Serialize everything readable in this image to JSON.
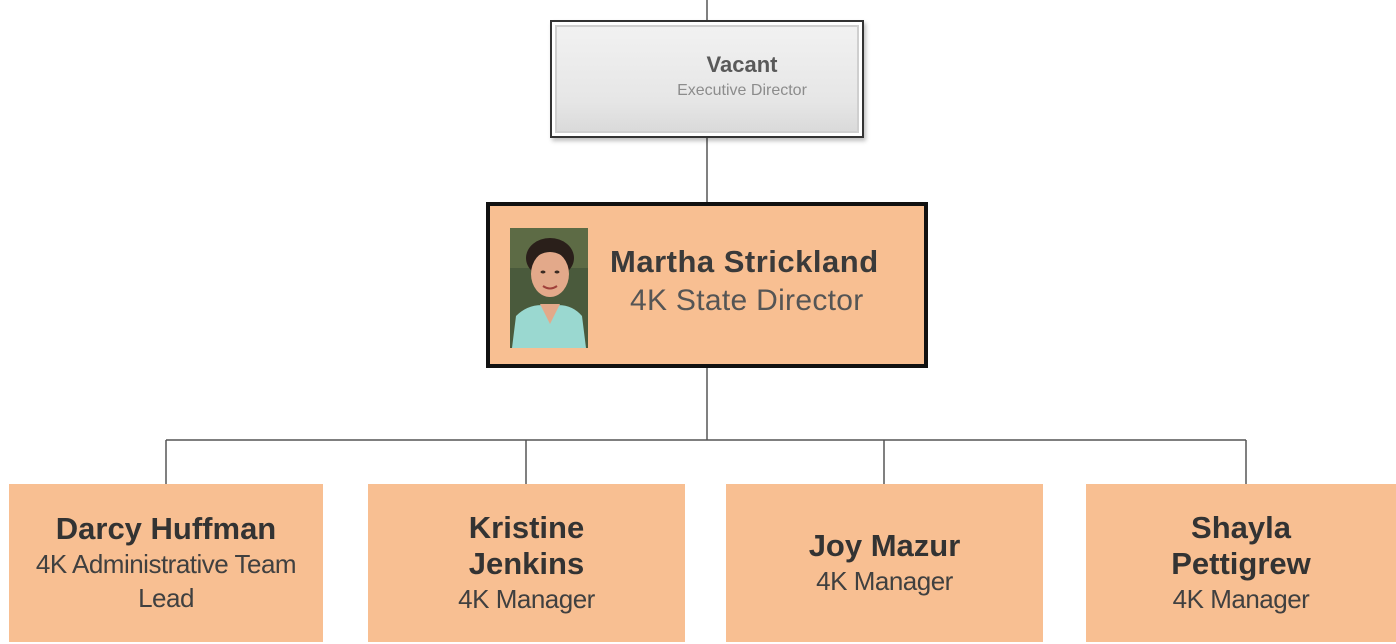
{
  "org_chart": {
    "executive": {
      "name": "Vacant",
      "title": "Executive Director"
    },
    "director": {
      "name": "Martha Strickland",
      "title": "4K State Director",
      "photo": "portrait-photo"
    },
    "reports": [
      {
        "name": "Darcy Huffman",
        "title": "4K Administrative Team Lead"
      },
      {
        "name": "Kristine Jenkins",
        "title": "4K Manager"
      },
      {
        "name": "Joy Mazur",
        "title": "4K Manager"
      },
      {
        "name": "Shayla Pettigrew",
        "title": "4K Manager"
      }
    ]
  },
  "colors": {
    "box_fill": "#f8bf92",
    "vacant_fill": "#e6e6e6",
    "connector": "#555555"
  }
}
